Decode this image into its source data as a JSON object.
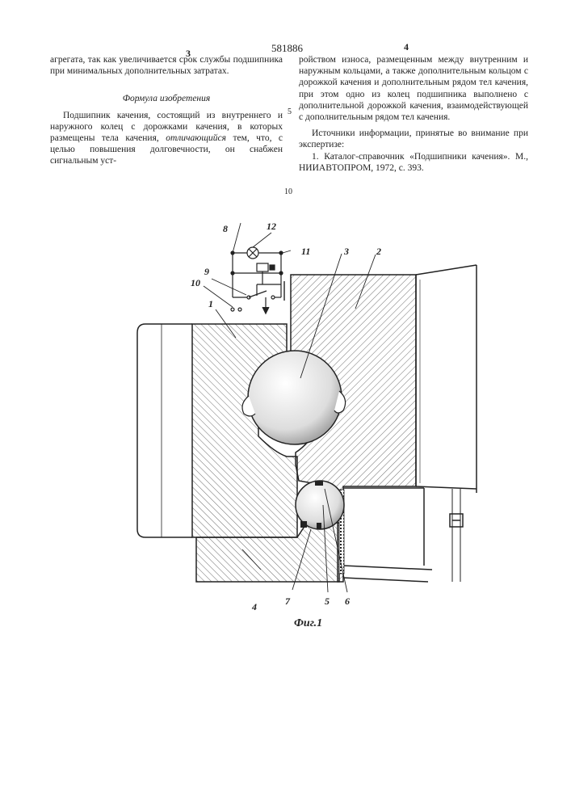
{
  "header": {
    "page_left": "3",
    "patent_number": "581886",
    "page_right": "4"
  },
  "left_column": {
    "para1": "агрегата, так как увеличивается срок службы подшипника при минимальных дополнительных затратах.",
    "formula_title": "Формула изобретения",
    "claim_start": "Подшипник качения, состоящий из внутреннего и наружного колец с дорожками качения, в которых размещены тела качения,",
    "claim_italic": "отличающийся",
    "claim_end": "тем, что, с целью повышения долговечности, он снабжен сигнальным уст-"
  },
  "right_column": {
    "claim_cont": "ройством износа, размещенным между внутренним и наружным кольцами, а также дополнительным кольцом с дорожкой качения и дополнительным рядом тел качения, при этом одно из колец подшипника выполнено с дополнительной дорожкой качения, взаимодействующей с дополнительным рядом тел качения.",
    "sources_title": "Источники информации, принятые во внимание при экспертизе:",
    "source1": "1. Каталог-справочник «Подшипники качения». М., НИИАВТОПРОМ, 1972, с. 393."
  },
  "line_numbers": [
    "5",
    "10"
  ],
  "figure": {
    "labels": {
      "l1": "1",
      "l2": "2",
      "l3": "3",
      "l4": "4",
      "l5": "5",
      "l6": "6",
      "l7": "7",
      "l8": "8",
      "l9": "9",
      "l10": "10",
      "l11": "11",
      "l12": "12"
    },
    "caption": "Фиг.1"
  }
}
